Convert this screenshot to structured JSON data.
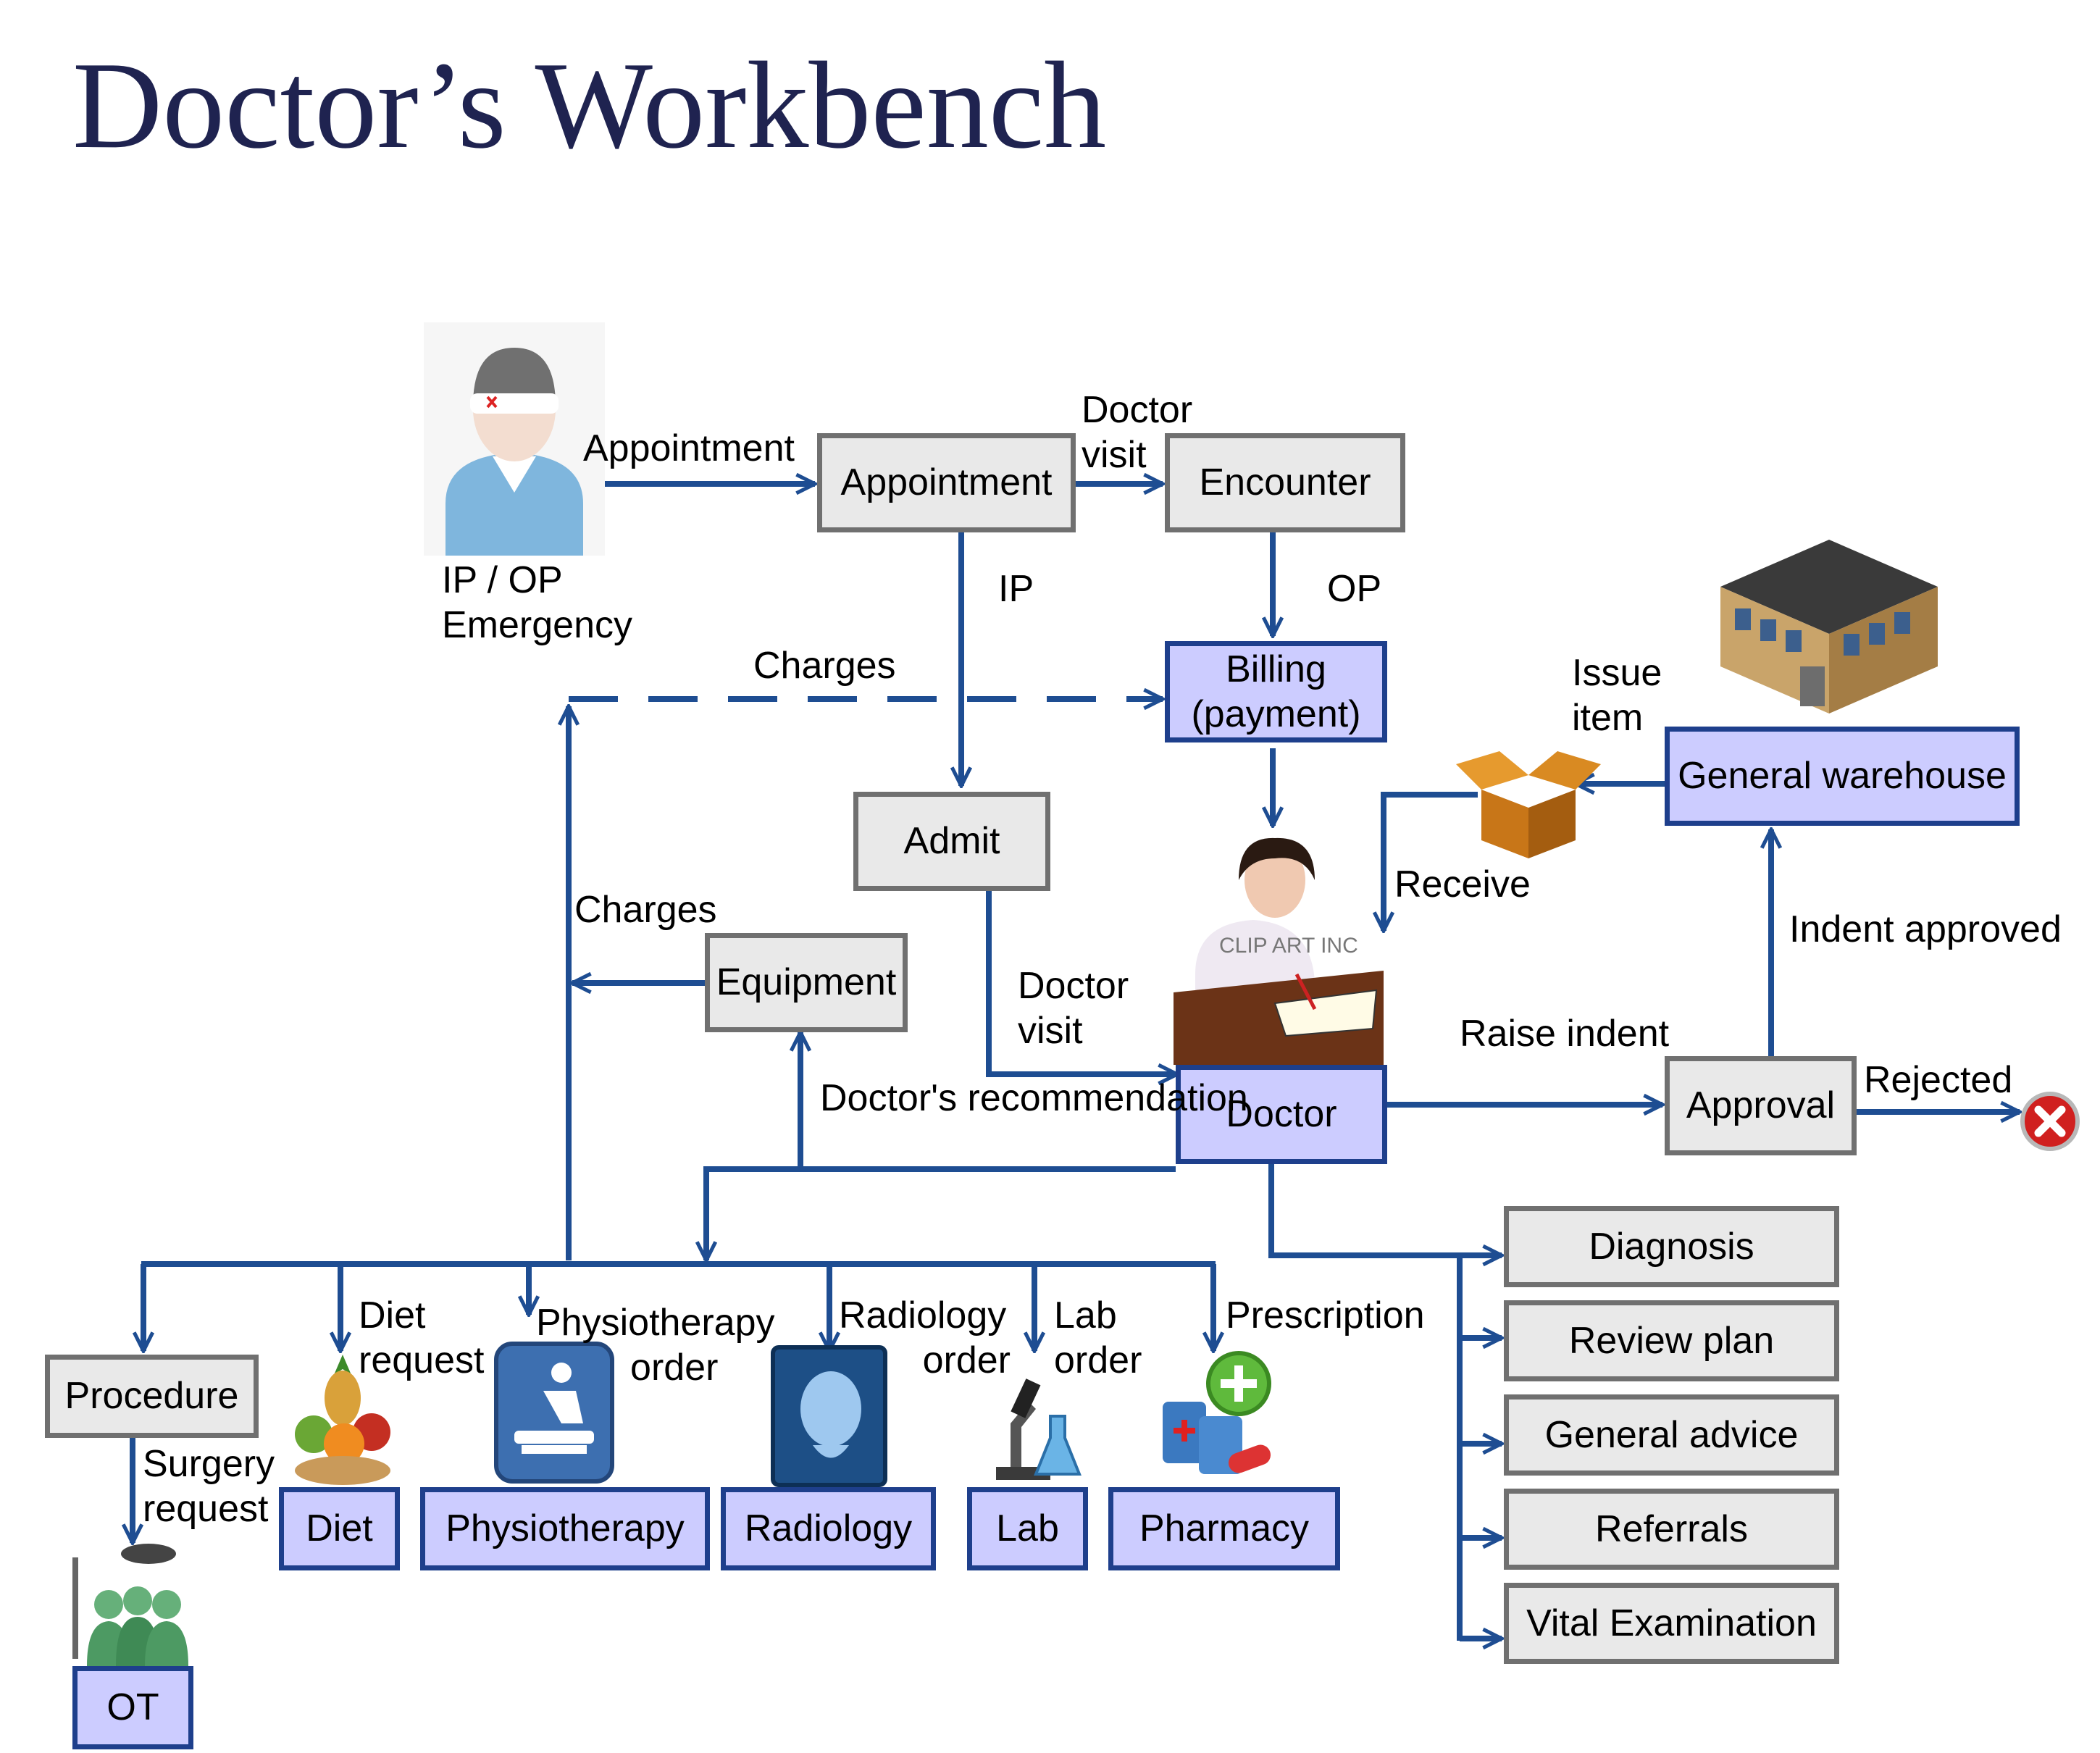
{
  "title": "Doctor’s Workbench",
  "colors": {
    "arrow": "#1e4d92",
    "blue_box_fill": "#ccccff",
    "blue_box_border": "#1e3f8c",
    "gray_box_fill": "#e9e9e9",
    "gray_box_border": "#707070",
    "title": "#1f2350"
  },
  "nodes": {
    "appointment": "Appointment",
    "encounter": "Encounter",
    "billing": "Billing\n(payment)",
    "admit": "Admit",
    "equipment": "Equipment",
    "doctor": "Doctor",
    "general_warehouse": "General warehouse",
    "approval": "Approval",
    "procedure": "Procedure",
    "ot": "OT",
    "diet": "Diet",
    "physiotherapy": "Physiotherapy",
    "radiology": "Radiology",
    "lab": "Lab",
    "pharmacy": "Pharmacy",
    "diagnosis": "Diagnosis",
    "review_plan": "Review plan",
    "general_advice": "General advice",
    "referrals": "Referrals",
    "vital_examination": "Vital Examination"
  },
  "edge_labels": {
    "appointment": "Appointment",
    "patient": "IP / OP\nEmergency",
    "doctor_visit_top": "Doctor\nvisit",
    "ip": "IP",
    "op": "OP",
    "charges_top": "Charges",
    "issue_item": "Issue\nitem",
    "receive": "Receive",
    "indent_approved": "Indent approved",
    "charges_left": "Charges",
    "doctor_visit_mid": "Doctor\nvisit",
    "raise_indent": "Raise indent",
    "rejected": "Rejected",
    "doctors_recommendation": "Doctor's recommendation",
    "diet_request": "Diet\nrequest",
    "physiotherapy_order": "Physiotherapy\n         order",
    "radiology_order": "Radiology\n        order",
    "lab_order": "Lab\norder",
    "prescription": "Prescription",
    "surgery_request": "Surgery\nrequest"
  },
  "clipart": {
    "watermark": "CLIP ART INC"
  },
  "icons": {
    "patient": "patient-icon",
    "warehouse": "warehouse-building-icon",
    "box": "cardboard-box-icon",
    "doctor": "doctor-writing-icon",
    "reject": "red-x-icon",
    "fruit": "fruit-basket-icon",
    "physio": "physiotherapy-icon",
    "xray": "xray-head-icon",
    "microscope": "microscope-flask-icon",
    "medicine": "medicine-bottles-icon",
    "surgeons": "surgery-team-icon"
  }
}
